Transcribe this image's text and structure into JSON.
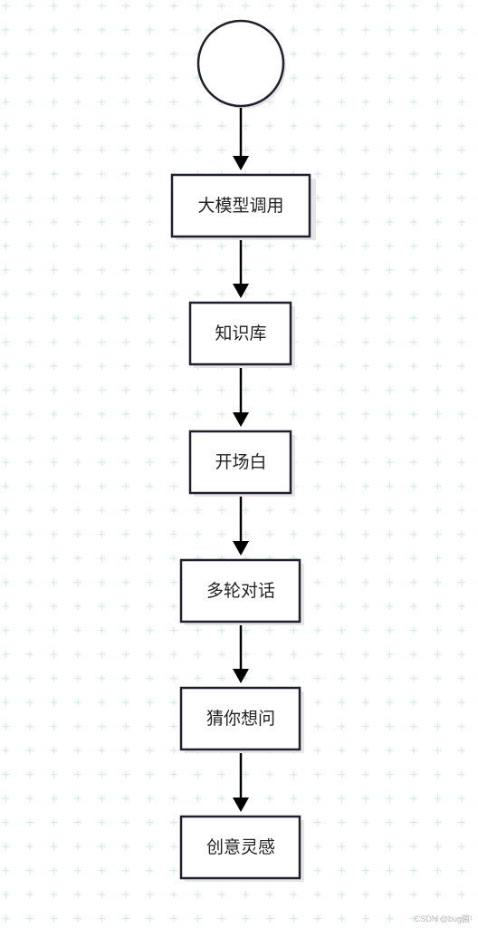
{
  "diagram": {
    "type": "flowchart",
    "direction": "top-to-bottom",
    "start_node": {
      "shape": "circle",
      "label": ""
    },
    "nodes": [
      {
        "label": "大模型调用"
      },
      {
        "label": "知识库"
      },
      {
        "label": "开场白"
      },
      {
        "label": "多轮对话"
      },
      {
        "label": "猜你想问"
      },
      {
        "label": "创意灵感"
      }
    ],
    "edges": [
      {
        "from": "start",
        "to": "大模型调用"
      },
      {
        "from": "大模型调用",
        "to": "知识库"
      },
      {
        "from": "知识库",
        "to": "开场白"
      },
      {
        "from": "开场白",
        "to": "多轮对话"
      },
      {
        "from": "多轮对话",
        "to": "猜你想问"
      },
      {
        "from": "猜你想问",
        "to": "创意灵感"
      }
    ]
  },
  "colors": {
    "background": "#ffffff",
    "grid_mark": "#d4ebe4",
    "node_stroke": "#1f1f2e",
    "node_fill": "#ffffff",
    "edge": "#000000",
    "shadow": "#e6e6e6"
  },
  "watermark": "CSDN @bug菌¹"
}
